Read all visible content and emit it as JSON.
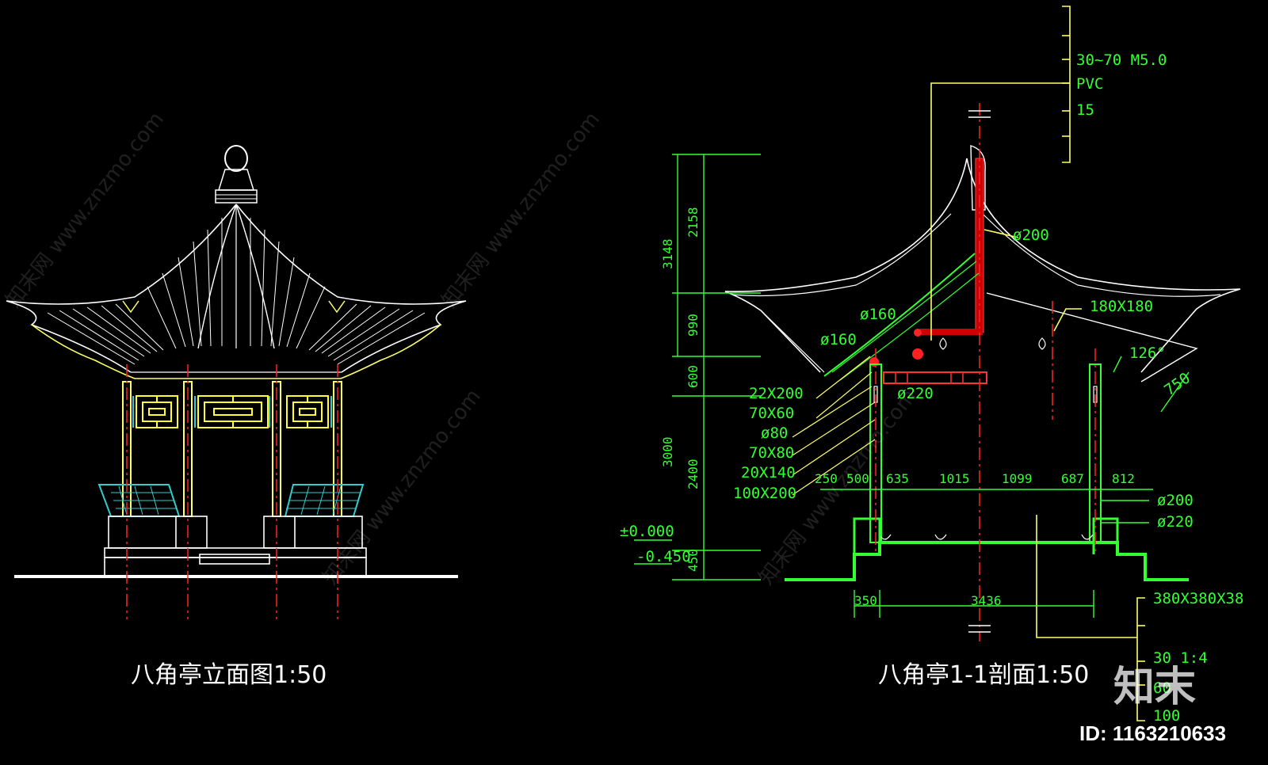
{
  "drawing": {
    "left_title": "八角亭立面图1:50",
    "right_title": "八角亭1-1剖面1:50"
  },
  "section_annotations": {
    "layers": [
      "30~70  M5.0",
      "PVC",
      "15"
    ],
    "members": [
      "ø200",
      "ø160",
      "ø160",
      "180X180",
      "126°",
      "750",
      "ø220"
    ],
    "left_callouts": [
      "22X200",
      "70X60",
      "ø80",
      "70X80",
      "20X140",
      "100X200"
    ],
    "vertical_dims": [
      "3148",
      "2158",
      "990",
      "600",
      "3000",
      "2400",
      "450"
    ],
    "levels": [
      "±0.000",
      "-0.450"
    ],
    "horizontal_dims": [
      "250",
      "500",
      "635",
      "1015",
      "1099",
      "687",
      "812"
    ],
    "right_callouts": [
      "ø200",
      "ø220"
    ],
    "base_dims": [
      "350",
      "3436"
    ],
    "foundation": [
      "380X380X38",
      "30  1:4",
      "60",
      "100"
    ]
  },
  "watermark": {
    "text": "知末网 www.znzmo.com",
    "brand": "知末",
    "id_label": "ID: 1163210633"
  }
}
